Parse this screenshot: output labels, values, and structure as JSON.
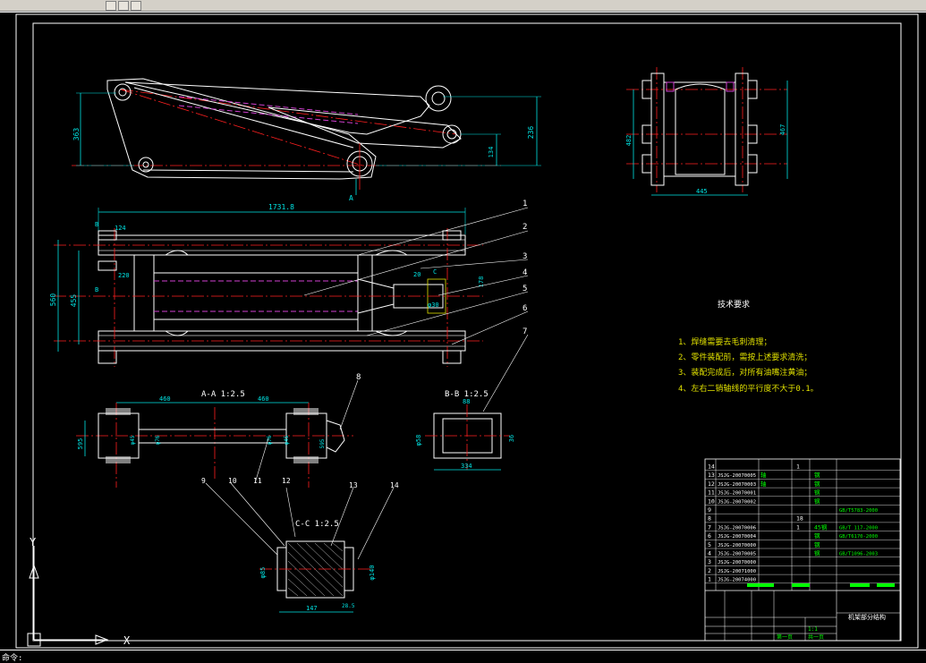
{
  "drawing": {
    "colors": {
      "background": "#000000",
      "geometry": "#ffffff",
      "dimension": "#00e5e5",
      "centerline": "#ff2020",
      "hidden": "#d040d0",
      "table": "#00ff00",
      "annotation": "#e0e000"
    },
    "main_view": {
      "overall_length": "1731.8",
      "dim_height": "363",
      "dim_right_height": "236",
      "dim_mid": "134",
      "section_mark": "A"
    },
    "plan_view": {
      "dim_width": "560",
      "dim_inner": "455",
      "dim_top_left": "124",
      "dim_b_gap": "220",
      "dim_c": "20",
      "dim_ear": "178",
      "dim_pin": "φ30",
      "label_b": "B",
      "label_c": "C"
    },
    "side_view": {
      "dim_height": "482",
      "dim_total": "467",
      "dim_width": "445"
    },
    "section_aa": {
      "title": "A-A 1:2.5",
      "dim_left": "460",
      "dim_right": "460",
      "dim_h": "595",
      "d1": "φ45",
      "d2": "φ76",
      "d3": "φ76",
      "d4": "φ45",
      "d5": "595"
    },
    "section_bb": {
      "title": "B-B 1:2.5",
      "dim_top": "88",
      "dim_left": "φ58",
      "dim_right": "36",
      "dim_bottom": "334"
    },
    "section_cc": {
      "title": "C-C 1:2.5",
      "dim_left": "φ85",
      "dim_right": "φ140",
      "dim_bottom": "147",
      "dim_small": "28.5"
    },
    "balloons": [
      "1",
      "2",
      "3",
      "4",
      "5",
      "6",
      "7",
      "8",
      "9",
      "10",
      "11",
      "12",
      "13",
      "14"
    ],
    "tech_requirements": {
      "title": "技术要求",
      "items": [
        "1、焊缝需要去毛刺清理；",
        "2、零件装配前，需按上述要求清洗；",
        "3、装配完成后，对所有油嘴注黄油；",
        "4、左右二销轴线的平行度不大于0.1。"
      ]
    },
    "parts_table": {
      "rows": [
        {
          "no": "14",
          "code": "",
          "name": "",
          "qty": "1",
          "mat": "",
          "std": ""
        },
        {
          "no": "13",
          "code": "JSJG-20070005",
          "name": "轴",
          "qty": "",
          "mat": "钢",
          "std": ""
        },
        {
          "no": "12",
          "code": "JSJG-20070003",
          "name": "轴",
          "qty": "",
          "mat": "钢",
          "std": ""
        },
        {
          "no": "11",
          "code": "JSJG-20070001",
          "name": "",
          "qty": "",
          "mat": "钢",
          "std": ""
        },
        {
          "no": "10",
          "code": "JSJG-20070002",
          "name": "",
          "qty": "",
          "mat": "钢",
          "std": ""
        },
        {
          "no": "9",
          "code": "",
          "name": "",
          "qty": "",
          "mat": "",
          "std": "GB/T5783-2000"
        },
        {
          "no": "8",
          "code": "",
          "name": "",
          "qty": "18",
          "mat": "",
          "std": ""
        },
        {
          "no": "7",
          "code": "JSJG-20070006",
          "name": "",
          "qty": "1",
          "mat": "45钢",
          "std": "GB/T 117-2000"
        },
        {
          "no": "6",
          "code": "JSJG-20070004",
          "name": "",
          "qty": "",
          "mat": "钢",
          "std": "GB/T6170-2000"
        },
        {
          "no": "5",
          "code": "JSJG-20070000",
          "name": "",
          "qty": "",
          "mat": "钢",
          "std": ""
        },
        {
          "no": "4",
          "code": "JSJG-20070005",
          "name": "",
          "qty": "",
          "mat": "钢",
          "std": "GB/T1096-2003"
        },
        {
          "no": "3",
          "code": "JSJG-20070000",
          "name": "",
          "qty": "",
          "mat": "",
          "std": ""
        },
        {
          "no": "2",
          "code": "JSJG-20071000",
          "name": "",
          "qty": "",
          "mat": "",
          "std": ""
        },
        {
          "no": "1",
          "code": "JSJG-20074000",
          "name": "",
          "qty": "",
          "mat": "",
          "std": ""
        }
      ],
      "title_block": {
        "drawing_name": "机架部分结构",
        "scale": "1:1",
        "sheet_a": "第一页",
        "sheet_b": "共一页"
      }
    },
    "ucs": {
      "x": "X",
      "y": "Y"
    },
    "command_line": "命令:"
  }
}
